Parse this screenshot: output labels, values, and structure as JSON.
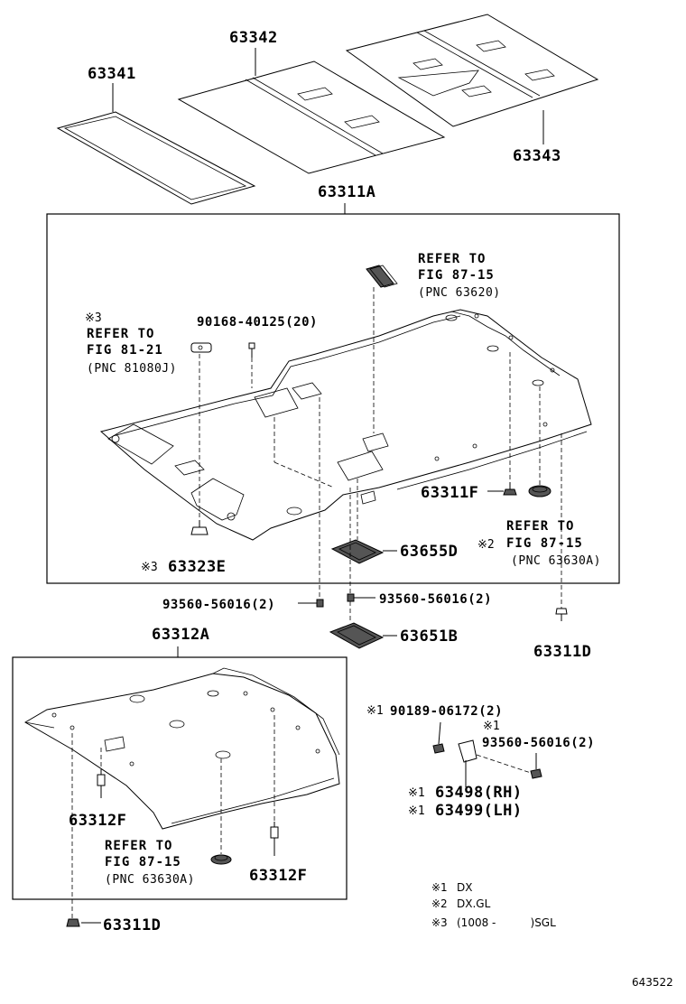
{
  "diagram": {
    "catalog_number": "643522",
    "parts": {
      "p63341": "63341",
      "p63342": "63342",
      "p63343": "63343",
      "p63311A": "63311A",
      "p63311F": "63311F",
      "p63323E": "63323E",
      "p63655D": "63655D",
      "p63651B": "63651B",
      "p63311D_top": "63311D",
      "p63312A": "63312A",
      "p63312F_left": "63312F",
      "p63312F_right": "63312F",
      "p63311D_bottom": "63311D",
      "p63498": "63498(RH)",
      "p63499": "63499(LH)",
      "bolt_90168": "90168-40125(20)",
      "clip_93560_left": "93560-56016(2)",
      "clip_93560_right": "93560-56016(2)",
      "clip_93560_bracket": "93560-56016(2)",
      "screw_90189": "90189-06172(2)"
    },
    "references": {
      "ref_87_15_a": {
        "line1": "REFER TO",
        "line2": "FIG 87-15",
        "line3": "(PNC 63620)"
      },
      "ref_81_21": {
        "mark": "※3",
        "line1": "REFER TO",
        "line2": "FIG 81-21",
        "line3": "(PNC 81080J)"
      },
      "ref_87_15_b": {
        "line1": "REFER TO",
        "line2": "FIG 87-15",
        "line3": "(PNC 63630A)"
      },
      "ref_87_15_c": {
        "line1": "REFER TO",
        "line2": "FIG 87-15",
        "line3": "(PNC 63630A)"
      }
    },
    "marks": {
      "mark_63323E": "※3",
      "mark_87_15_b": "※2",
      "mark_90189": "※1",
      "mark_93560_bracket": "※1",
      "mark_63498": "※1",
      "mark_63499": "※1"
    },
    "legend": [
      {
        "mark": "※1",
        "text": "DX"
      },
      {
        "mark": "※2",
        "text": "DX.GL"
      },
      {
        "mark": "※3",
        "text": "(1008 -          )SGL"
      }
    ]
  }
}
